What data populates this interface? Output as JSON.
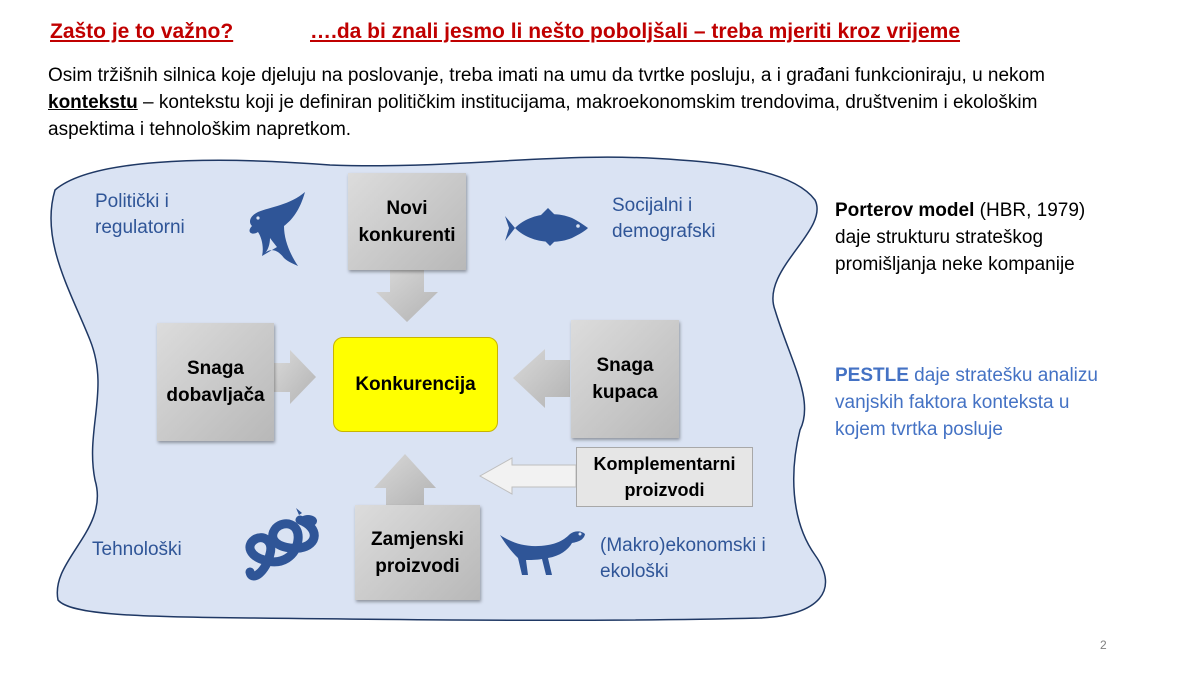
{
  "header": {
    "title_left": "Zašto je to važno?",
    "title_right": "….da bi znali jesmo li nešto poboljšali – treba mjeriti kroz vrijeme"
  },
  "intro": {
    "part1": "Osim tržišnih silnica koje djeluju na poslovanje, treba imati na umu da tvrtke posluju, a i građani funkcioniraju, u nekom ",
    "keyword": "kontekstu",
    "part2": " – kontekstu koji je definiran političkim institucijama, makroekonomskim trendovima, društvenim i ekološkim aspektima i tehnološkim napretkom."
  },
  "forces": {
    "top": [
      "Novi",
      "konkurenti"
    ],
    "left": [
      "Snaga",
      "dobavljača"
    ],
    "center": "Konkurencija",
    "right": [
      "Snaga",
      "kupaca"
    ],
    "bottom": [
      "Zamjenski",
      "proizvodi"
    ],
    "complement": [
      "Komplementarni",
      "proizvodi"
    ]
  },
  "pestle_labels": {
    "political": [
      "Politički i",
      "regulatorni"
    ],
    "social": [
      "Socijalni i",
      "demografski"
    ],
    "tech": "Tehnološki",
    "economic": [
      "(Makro)ekonomski i",
      "ekološki"
    ]
  },
  "icons": {
    "shark": "shark-icon",
    "fish": "fish-icon",
    "snake": "snake-icon",
    "dinosaur": "dinosaur-icon",
    "icon_color": "#2f5597"
  },
  "side": {
    "porter_bold": "Porterov model",
    "porter_rest": " (HBR, 1979)",
    "porter_line2": "daje strukturu strateškog",
    "porter_line3": "promišljanja neke kompanije",
    "pestle_bold": "PESTLE",
    "pestle_rest": " daje stratešku analizu",
    "pestle_line2": "vanjskih faktora konteksta u",
    "pestle_line3": "kojem tvrtka posluje"
  },
  "colors": {
    "title": "#c00000",
    "blue": "#2f5597",
    "center_fill": "#ffff00",
    "blob_fill": "#dae3f3",
    "blob_stroke": "#1f3864"
  },
  "page_number": "2"
}
